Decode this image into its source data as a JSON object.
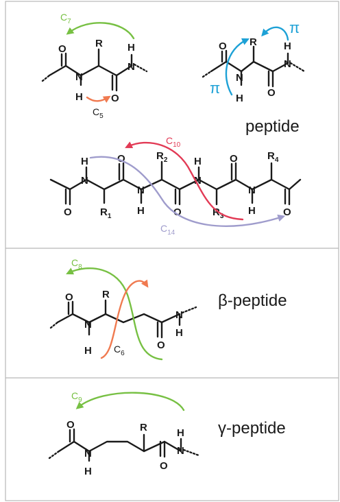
{
  "colors": {
    "green": "#77c043",
    "orange": "#f07a50",
    "blue": "#1da1d6",
    "red": "#e23a55",
    "lavender": "#9f9ccc",
    "ink": "#1a1a1a"
  },
  "atoms": {
    "O": "O",
    "N": "N",
    "H": "H",
    "R": "R",
    "R1": "R",
    "R2": "R",
    "R3": "R",
    "R4": "R",
    "s1": "1",
    "s2": "2",
    "s3": "3",
    "s4": "4"
  },
  "labels": {
    "c7": "C",
    "c7_sub": "7",
    "c5": "C",
    "c5_sub": "5",
    "pi": "π",
    "peptide": "peptide",
    "c10": "C",
    "c10_sub": "10",
    "c14": "C",
    "c14_sub": "14",
    "c8": "C",
    "c8_sub": "8",
    "c6": "C",
    "c6_sub": "6",
    "beta_peptide": "β-peptide",
    "c9": "C",
    "c9_sub": "9",
    "gamma_peptide": "γ-peptide"
  }
}
